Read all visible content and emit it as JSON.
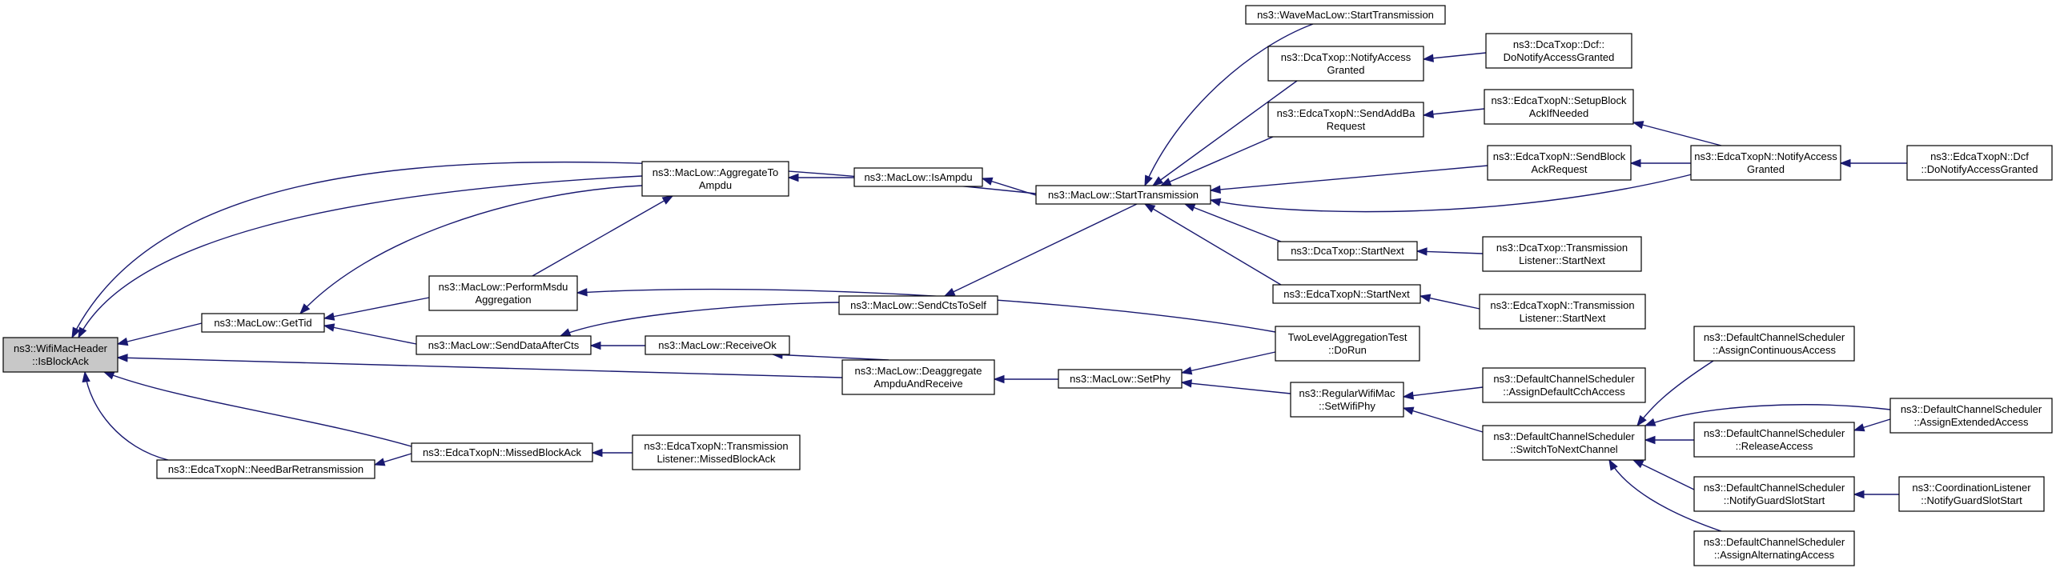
{
  "colors": {
    "edge": "#191970",
    "root_fill": "#c8c8c8",
    "node_fill": "#ffffff",
    "node_border": "#000000"
  },
  "graph": {
    "nodes": [
      {
        "id": "root",
        "lines": [
          "ns3::WifiMacHeader",
          "::IsBlockAck"
        ],
        "root": true
      },
      {
        "id": "getTid",
        "lines": [
          "ns3::MacLow::GetTid"
        ]
      },
      {
        "id": "needBar",
        "lines": [
          "ns3::EdcaTxopN::NeedBarRetransmission"
        ]
      },
      {
        "id": "aggToAmpdu",
        "lines": [
          "ns3::MacLow::AggregateTo",
          "Ampdu"
        ]
      },
      {
        "id": "perfMsdu",
        "lines": [
          "ns3::MacLow::PerformMsdu",
          "Aggregation"
        ]
      },
      {
        "id": "sendDataAfterCts",
        "lines": [
          "ns3::MacLow::SendDataAfterCts"
        ]
      },
      {
        "id": "missedBlockAck",
        "lines": [
          "ns3::EdcaTxopN::MissedBlockAck"
        ]
      },
      {
        "id": "isAmpdu",
        "lines": [
          "ns3::MacLow::IsAmpdu"
        ]
      },
      {
        "id": "sendCtsToSelf",
        "lines": [
          "ns3::MacLow::SendCtsToSelf"
        ]
      },
      {
        "id": "receiveOk",
        "lines": [
          "ns3::MacLow::ReceiveOk"
        ]
      },
      {
        "id": "deagg",
        "lines": [
          "ns3::MacLow::Deaggregate",
          "AmpduAndReceive"
        ]
      },
      {
        "id": "tlMissedBlockAck",
        "lines": [
          "ns3::EdcaTxopN::Transmission",
          "Listener::MissedBlockAck"
        ]
      },
      {
        "id": "startTx",
        "lines": [
          "ns3::MacLow::StartTransmission"
        ]
      },
      {
        "id": "setPhy",
        "lines": [
          "ns3::MacLow::SetPhy"
        ]
      },
      {
        "id": "waveStartTx",
        "lines": [
          "ns3::WaveMacLow::StartTransmission"
        ]
      },
      {
        "id": "dcaNotify",
        "lines": [
          "ns3::DcaTxop::NotifyAccess",
          "Granted"
        ]
      },
      {
        "id": "sendAddBa",
        "lines": [
          "ns3::EdcaTxopN::SendAddBa",
          "Request"
        ]
      },
      {
        "id": "dcaStartNext",
        "lines": [
          "ns3::DcaTxop::StartNext"
        ]
      },
      {
        "id": "edcaStartNext",
        "lines": [
          "ns3::EdcaTxopN::StartNext"
        ]
      },
      {
        "id": "twoLevel",
        "lines": [
          "TwoLevelAggregationTest",
          "::DoRun"
        ]
      },
      {
        "id": "regSetWifiPhy",
        "lines": [
          "ns3::RegularWifiMac",
          "::SetWifiPhy"
        ]
      },
      {
        "id": "dcfDoNotify",
        "lines": [
          "ns3::DcaTxop::Dcf::",
          "DoNotifyAccessGranted"
        ]
      },
      {
        "id": "setupBlockAck",
        "lines": [
          "ns3::EdcaTxopN::SetupBlock",
          "AckIfNeeded"
        ]
      },
      {
        "id": "sendBlockAckReq",
        "lines": [
          "ns3::EdcaTxopN::SendBlock",
          "AckRequest"
        ]
      },
      {
        "id": "dcaTlStartNext",
        "lines": [
          "ns3::DcaTxop::Transmission",
          "Listener::StartNext"
        ]
      },
      {
        "id": "edcaTlStartNext",
        "lines": [
          "ns3::EdcaTxopN::Transmission",
          "Listener::StartNext"
        ]
      },
      {
        "id": "assignDefaultCch",
        "lines": [
          "ns3::DefaultChannelScheduler",
          "::AssignDefaultCchAccess"
        ]
      },
      {
        "id": "switchToNext",
        "lines": [
          "ns3::DefaultChannelScheduler",
          "::SwitchToNextChannel"
        ]
      },
      {
        "id": "edcaNotify",
        "lines": [
          "ns3::EdcaTxopN::NotifyAccess",
          "Granted"
        ]
      },
      {
        "id": "assignContinuous",
        "lines": [
          "ns3::DefaultChannelScheduler",
          "::AssignContinuousAccess"
        ]
      },
      {
        "id": "releaseAccess",
        "lines": [
          "ns3::DefaultChannelScheduler",
          "::ReleaseAccess"
        ]
      },
      {
        "id": "notifyGuard",
        "lines": [
          "ns3::DefaultChannelScheduler",
          "::NotifyGuardSlotStart"
        ]
      },
      {
        "id": "assignAlternating",
        "lines": [
          "ns3::DefaultChannelScheduler",
          "::AssignAlternatingAccess"
        ]
      },
      {
        "id": "edcaDcfNotify",
        "lines": [
          "ns3::EdcaTxopN::Dcf",
          "::DoNotifyAccessGranted"
        ]
      },
      {
        "id": "assignExtended",
        "lines": [
          "ns3::DefaultChannelScheduler",
          "::AssignExtendedAccess"
        ]
      },
      {
        "id": "coordNotifyGuard",
        "lines": [
          "ns3::CoordinationListener",
          "::NotifyGuardSlotStart"
        ]
      }
    ],
    "edges": [
      {
        "from": "getTid",
        "to": "root"
      },
      {
        "from": "needBar",
        "to": "root"
      },
      {
        "from": "aggToAmpdu",
        "to": "root"
      },
      {
        "from": "startTx",
        "to": "root"
      },
      {
        "from": "deagg",
        "to": "root"
      },
      {
        "from": "missedBlockAck",
        "to": "root"
      },
      {
        "from": "aggToAmpdu",
        "to": "getTid"
      },
      {
        "from": "perfMsdu",
        "to": "getTid"
      },
      {
        "from": "sendDataAfterCts",
        "to": "getTid"
      },
      {
        "from": "missedBlockAck",
        "to": "needBar"
      },
      {
        "from": "isAmpdu",
        "to": "aggToAmpdu"
      },
      {
        "from": "perfMsdu",
        "to": "aggToAmpdu"
      },
      {
        "from": "twoLevel",
        "to": "perfMsdu"
      },
      {
        "from": "sendCtsToSelf",
        "to": "sendDataAfterCts"
      },
      {
        "from": "receiveOk",
        "to": "sendDataAfterCts"
      },
      {
        "from": "tlMissedBlockAck",
        "to": "missedBlockAck"
      },
      {
        "from": "startTx",
        "to": "isAmpdu"
      },
      {
        "from": "startTx",
        "to": "sendCtsToSelf"
      },
      {
        "from": "deagg",
        "to": "receiveOk"
      },
      {
        "from": "setPhy",
        "to": "deagg"
      },
      {
        "from": "waveStartTx",
        "to": "startTx"
      },
      {
        "from": "dcaNotify",
        "to": "startTx"
      },
      {
        "from": "sendAddBa",
        "to": "startTx"
      },
      {
        "from": "sendBlockAckReq",
        "to": "startTx"
      },
      {
        "from": "edcaNotify",
        "to": "startTx"
      },
      {
        "from": "dcaStartNext",
        "to": "startTx"
      },
      {
        "from": "edcaStartNext",
        "to": "startTx"
      },
      {
        "from": "twoLevel",
        "to": "setPhy"
      },
      {
        "from": "regSetWifiPhy",
        "to": "setPhy"
      },
      {
        "from": "dcfDoNotify",
        "to": "dcaNotify"
      },
      {
        "from": "setupBlockAck",
        "to": "sendAddBa"
      },
      {
        "from": "dcaTlStartNext",
        "to": "dcaStartNext"
      },
      {
        "from": "edcaTlStartNext",
        "to": "edcaStartNext"
      },
      {
        "from": "assignDefaultCch",
        "to": "regSetWifiPhy"
      },
      {
        "from": "switchToNext",
        "to": "regSetWifiPhy"
      },
      {
        "from": "edcaNotify",
        "to": "setupBlockAck"
      },
      {
        "from": "edcaNotify",
        "to": "sendBlockAckReq"
      },
      {
        "from": "assignContinuous",
        "to": "switchToNext"
      },
      {
        "from": "assignExtended",
        "to": "switchToNext"
      },
      {
        "from": "releaseAccess",
        "to": "switchToNext"
      },
      {
        "from": "notifyGuard",
        "to": "switchToNext"
      },
      {
        "from": "assignAlternating",
        "to": "switchToNext"
      },
      {
        "from": "edcaDcfNotify",
        "to": "edcaNotify"
      },
      {
        "from": "assignExtended",
        "to": "releaseAccess"
      },
      {
        "from": "coordNotifyGuard",
        "to": "notifyGuard"
      }
    ]
  }
}
